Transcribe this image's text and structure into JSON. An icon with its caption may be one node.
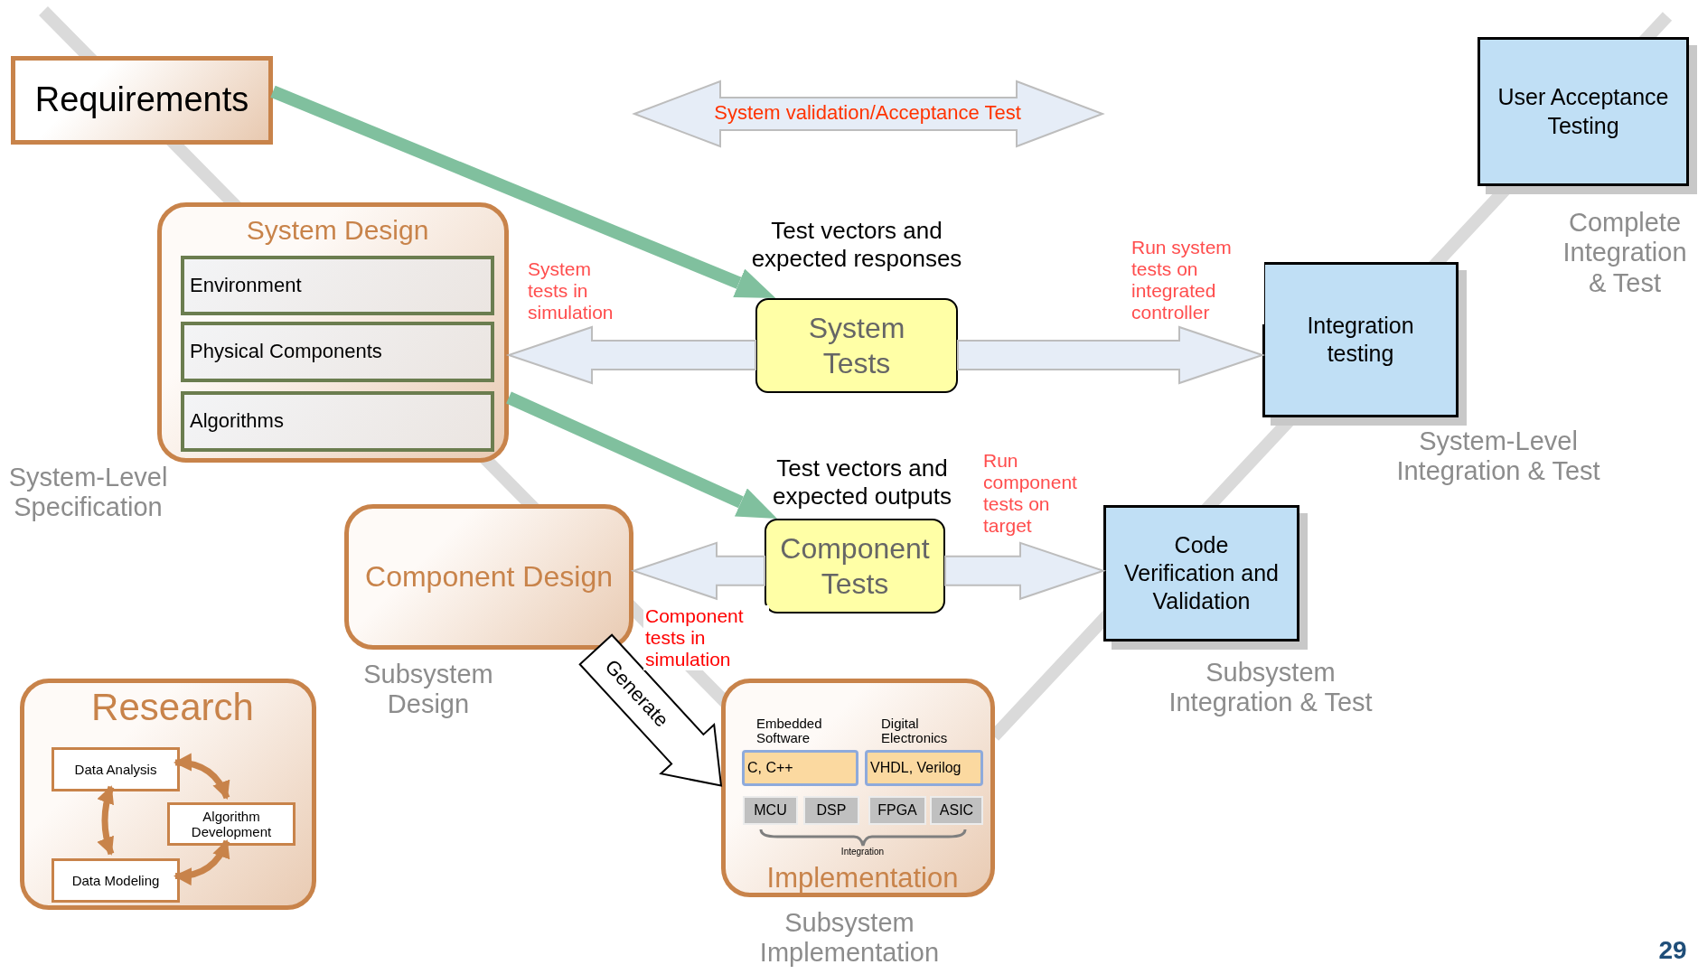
{
  "diagram": {
    "nodes": [
      {
        "text": [
          "Requirements"
        ]
      },
      {
        "text": [
          "System Design"
        ],
        "beside": [
          "System-Level Specification"
        ]
      },
      {
        "text": [
          "Environment"
        ],
        "in": 1
      },
      {
        "text": [
          "Physical Components"
        ],
        "in": 1
      },
      {
        "text": [
          "Algorithms"
        ],
        "in": 1
      },
      {
        "text": [
          "Component Design"
        ],
        "beside": [
          "Subsystem Design"
        ]
      },
      {
        "text": [
          "Research"
        ]
      },
      {
        "text": [
          "Data Analysis"
        ],
        "in": 6
      },
      {
        "text": [
          "Algorithm Development"
        ],
        "in": 6
      },
      {
        "text": [
          "Data Modeling"
        ],
        "in": 6
      },
      {
        "text": [
          "Embedded Software",
          "Digital Electronics",
          "Integration",
          "Implementation"
        ],
        "beside": [
          "Subsystem Implementation"
        ]
      },
      {
        "text": [
          "C, C++"
        ],
        "in": 10
      },
      {
        "text": [
          "VHDL, Verilog"
        ],
        "in": 10
      },
      {
        "text": [
          "MCU"
        ],
        "in": 10
      },
      {
        "text": [
          "DSP"
        ],
        "in": 10
      },
      {
        "text": [
          "FPGA"
        ],
        "in": 10
      },
      {
        "text": [
          "ASIC"
        ],
        "in": 10
      },
      {
        "text": [
          "System Tests"
        ],
        "beside": [
          "Test vectors and expected responses"
        ]
      },
      {
        "text": [
          "Component Tests"
        ],
        "beside": [
          "Test vectors and expected outputs"
        ]
      },
      {
        "text": [
          "User Acceptance Testing"
        ],
        "beside": [
          "Complete Integration & Test"
        ]
      },
      {
        "text": [
          "Integration testing"
        ],
        "beside": [
          "System-Level Integration & Test"
        ]
      },
      {
        "text": [
          "Code Verification and Validation"
        ],
        "beside": [
          "Subsystem Integration & Test"
        ]
      }
    ],
    "edges": [
      {
        "from": 0,
        "to": 17,
        "arrow": "to",
        "style": "thick",
        "color": "#80c09e"
      },
      {
        "from": 1,
        "to": 18,
        "arrow": "to",
        "style": "thick",
        "color": "#80c09e"
      },
      {
        "from": 17,
        "to": 1,
        "arrow": "to",
        "label": "System tests in simulation"
      },
      {
        "from": 17,
        "to": 20,
        "arrow": "to",
        "label": "Run system tests on integrated controller"
      },
      {
        "from": 18,
        "to": 5,
        "arrow": "to",
        "label": "Component tests in simulation"
      },
      {
        "from": 18,
        "to": 21,
        "arrow": "to",
        "label": "Run component tests on target"
      },
      {
        "from": 5,
        "to": 10,
        "arrow": "to",
        "label": "Generate"
      },
      {
        "from": 7,
        "to": 8,
        "arrow": "both",
        "color": "#c8834a"
      },
      {
        "from": 8,
        "to": 9,
        "arrow": "both",
        "color": "#c8834a"
      },
      {
        "from": 7,
        "to": 9,
        "arrow": "both",
        "color": "#c8834a"
      }
    ],
    "labels": [
      "System validation/Acceptance Test",
      "29"
    ]
  }
}
